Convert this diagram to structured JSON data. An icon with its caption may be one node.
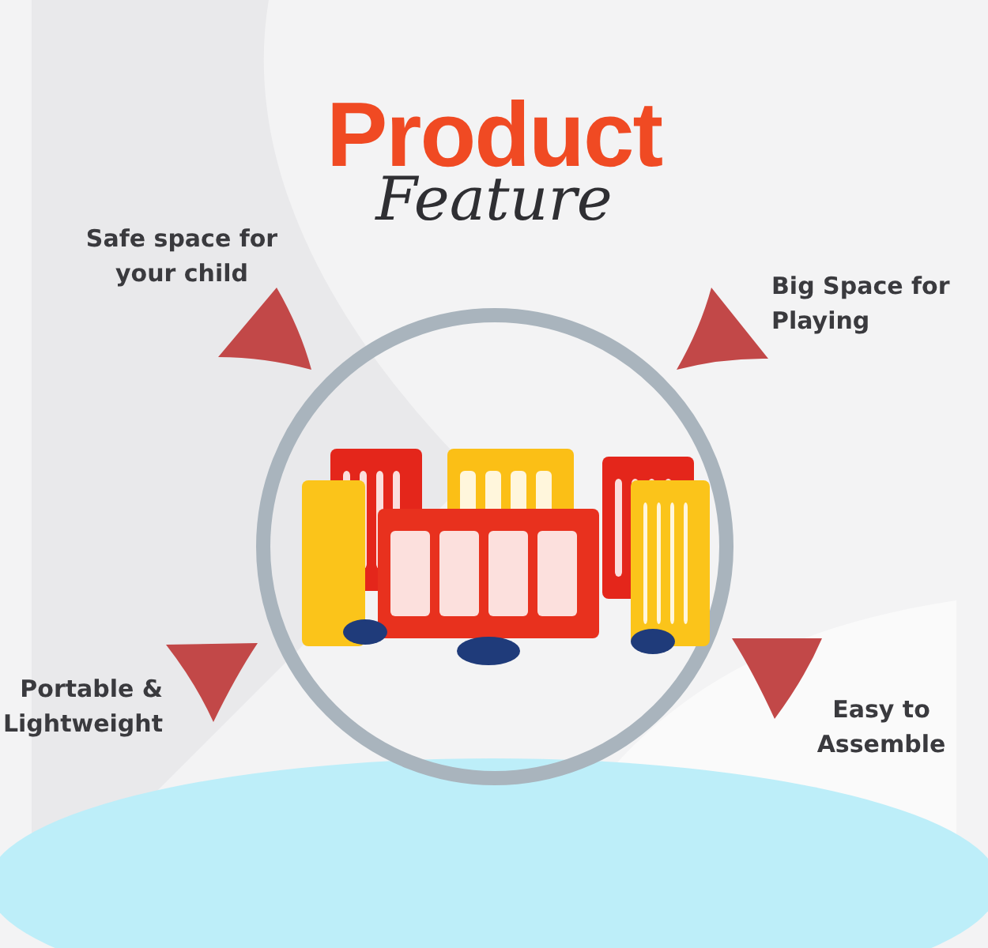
{
  "diagram": {
    "nodes": [
      {
        "text": [],
        "shape": "circle"
      },
      {
        "text": [
          "Safe space for your child"
        ]
      },
      {
        "text": [
          "Big Space for Playing"
        ]
      },
      {
        "text": [
          "Portable & Lightweight"
        ]
      },
      {
        "text": [
          "Easy to Assemble"
        ]
      }
    ],
    "labels": [
      "Product",
      "Feature"
    ]
  }
}
